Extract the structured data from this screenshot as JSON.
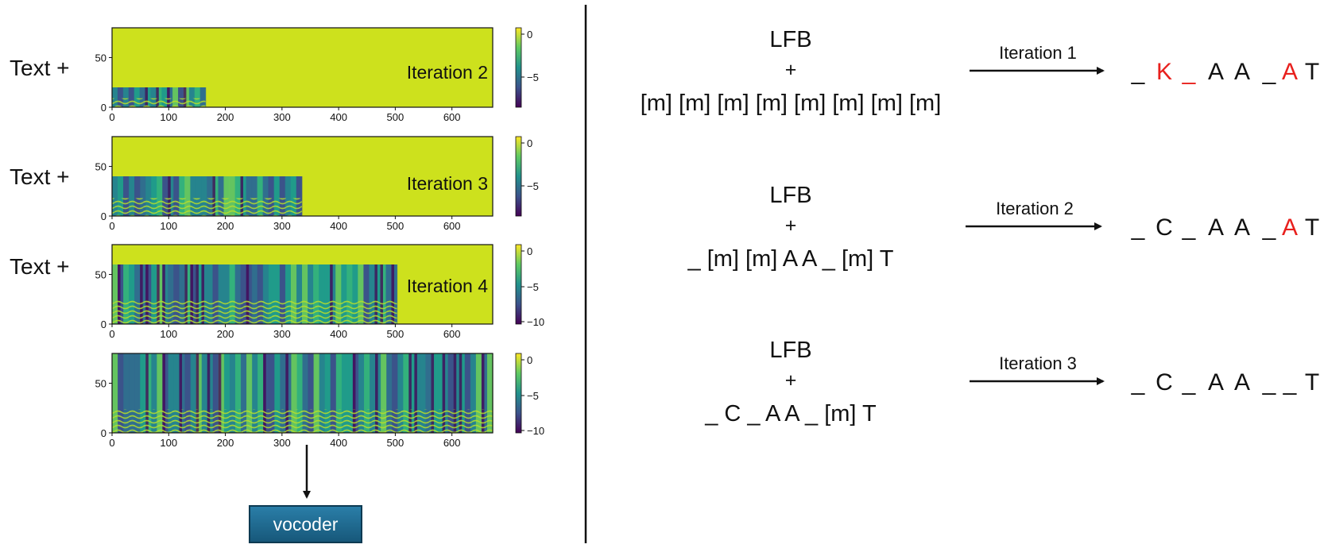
{
  "colors": {
    "viridis": [
      "#440154",
      "#482878",
      "#3e4989",
      "#31688e",
      "#26828e",
      "#1f9e89",
      "#35b779",
      "#6ece58",
      "#b5de2b",
      "#fde725"
    ],
    "masked_fill": "#cde11d",
    "error": "#e8201d",
    "text": "#111111"
  },
  "left": {
    "text_prefix": "Text +",
    "colorbar_ticks_a": [
      "0",
      "−5"
    ],
    "colorbar_ticks_b": [
      "0",
      "−5",
      "−10"
    ],
    "panels": [
      {
        "label": "Iteration 2",
        "has_prefix": true,
        "filled_until": 165,
        "filled_top": 20,
        "cbar": "a"
      },
      {
        "label": "Iteration 3",
        "has_prefix": true,
        "filled_until": 335,
        "filled_top": 40,
        "cbar": "a"
      },
      {
        "label": "Iteration 4",
        "has_prefix": true,
        "filled_until": 503,
        "filled_top": 60,
        "cbar": "b"
      },
      {
        "label": "",
        "has_prefix": false,
        "filled_until": 672,
        "filled_top": 80,
        "cbar": "b"
      }
    ],
    "x_ticks": [
      "0",
      "100",
      "200",
      "300",
      "400",
      "500",
      "600"
    ],
    "y_ticks": [
      "0",
      "50"
    ],
    "vocoder_label": "vocoder"
  },
  "right": {
    "rows": [
      {
        "lfb": "LFB",
        "plus": "+",
        "input": "[m] [m] [m] [m] [m] [m] [m] [m]",
        "arrow_label": "Iteration 1",
        "output": [
          {
            "t": "_",
            "err": false
          },
          {
            "t": "K",
            "err": true
          },
          {
            "t": "_",
            "err": true
          },
          {
            "t": "A",
            "err": false
          },
          {
            "t": "A",
            "err": false
          },
          {
            "t": "_",
            "err": false
          },
          {
            "t": "A",
            "err": true
          },
          {
            "t": "T",
            "err": false
          }
        ]
      },
      {
        "lfb": "LFB",
        "plus": "+",
        "input": "_ [m] [m]  A   A  _  [m] T",
        "arrow_label": "Iteration 2",
        "output": [
          {
            "t": "_",
            "err": false
          },
          {
            "t": "C",
            "err": false
          },
          {
            "t": "_",
            "err": false
          },
          {
            "t": "A",
            "err": false
          },
          {
            "t": "A",
            "err": false
          },
          {
            "t": "_",
            "err": false
          },
          {
            "t": "A",
            "err": true
          },
          {
            "t": "T",
            "err": false
          }
        ]
      },
      {
        "lfb": "LFB",
        "plus": "+",
        "input": "_ C _ A   A  _  [m] T",
        "arrow_label": "Iteration 3",
        "output": [
          {
            "t": "_",
            "err": false
          },
          {
            "t": "C",
            "err": false
          },
          {
            "t": "_",
            "err": false
          },
          {
            "t": "A",
            "err": false
          },
          {
            "t": "A",
            "err": false
          },
          {
            "t": "_",
            "err": false
          },
          {
            "t": "_",
            "err": false
          },
          {
            "t": "T",
            "err": false
          }
        ]
      }
    ]
  }
}
